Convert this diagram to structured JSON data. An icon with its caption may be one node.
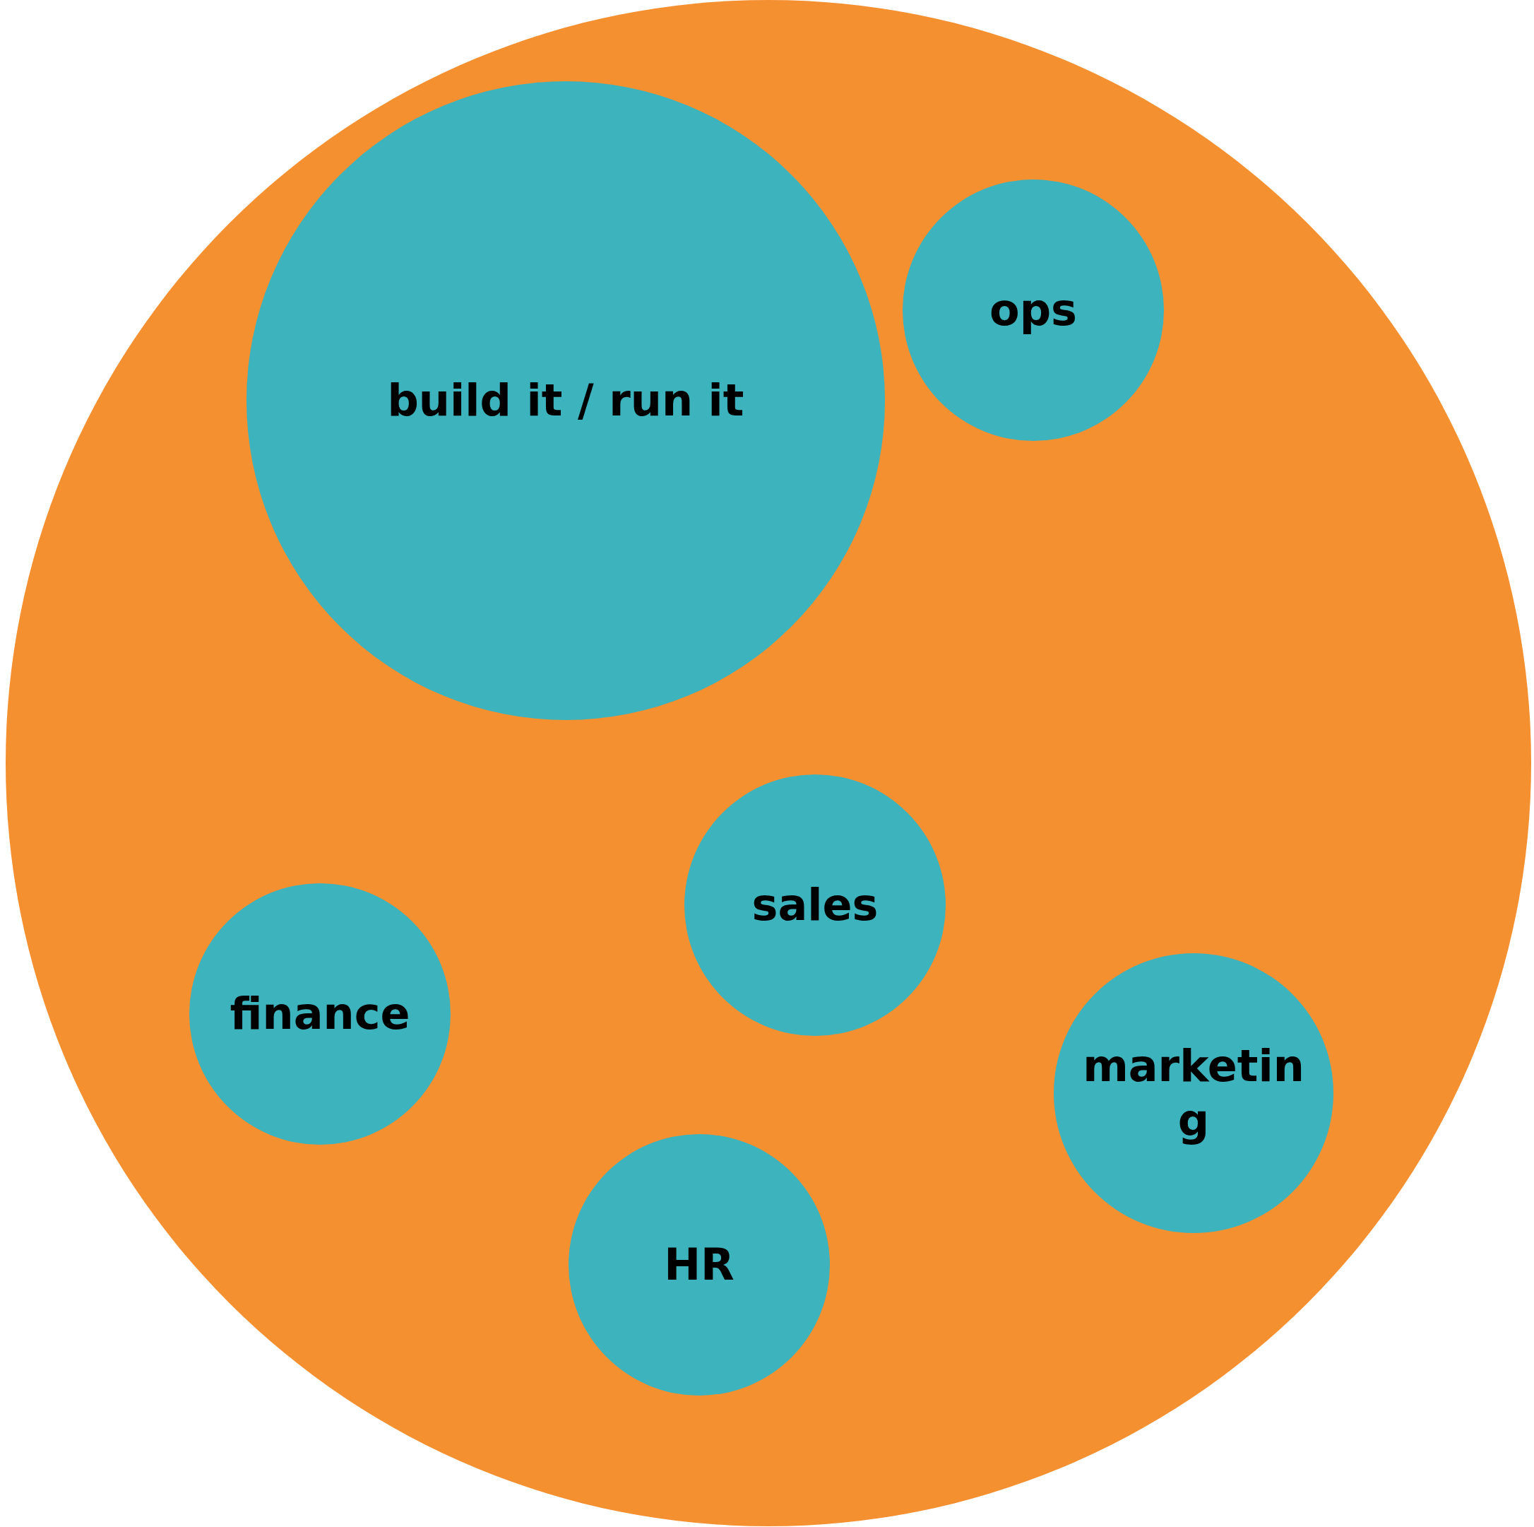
{
  "diagram": {
    "nodes": [
      {
        "text": [],
        "shape": "circle"
      },
      {
        "text": [
          "build it / run it"
        ],
        "in": 0
      },
      {
        "text": [
          "ops"
        ],
        "in": 0
      },
      {
        "text": [
          "sales"
        ],
        "in": 0
      },
      {
        "text": [
          "finance"
        ],
        "in": 0
      },
      {
        "text": [
          "marketing"
        ],
        "in": 0
      },
      {
        "text": [
          "HR"
        ],
        "in": 0
      }
    ]
  }
}
